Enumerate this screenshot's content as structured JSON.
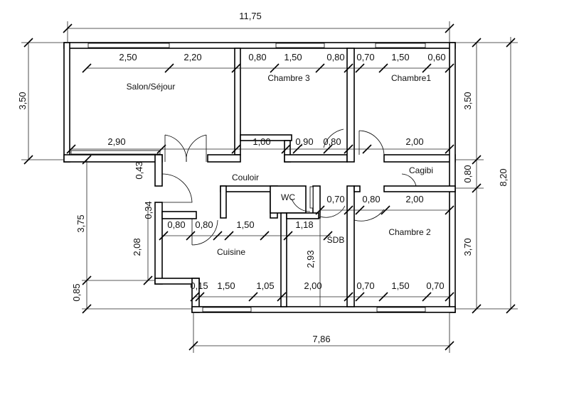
{
  "title": "Floor plan",
  "overall": {
    "width": "11,75",
    "height": "8,20",
    "bottom_width": "7,86"
  },
  "left_dims": {
    "top": "3,50",
    "middle": "3,75",
    "bottom": "0,85",
    "kitchen": "2,08",
    "a": "0,43",
    "b": "0,34"
  },
  "right_dims": {
    "top": "3,50",
    "middle": "0,80",
    "bottom": "3,70"
  },
  "sdb_height": "2,93",
  "rooms": {
    "salon": "Salon/Séjour",
    "chambre3": "Chambre 3",
    "chambre1": "Chambre1",
    "couloir": "Couloir",
    "cagibi": "Cagibi",
    "wc": "WC",
    "sdb": "SDB",
    "chambre2": "Chambre 2",
    "cuisine": "Cuisine"
  },
  "row_top": [
    "2,50",
    "2,20",
    "0,80",
    "1,50",
    "0,80",
    "0,70",
    "1,50",
    "0,60"
  ],
  "row_upper_mid": [
    "2,90",
    "1,00",
    "0,90",
    "0,80",
    "2,00"
  ],
  "row_lower_mid": [
    "0,70",
    "0,80",
    "2,00"
  ],
  "row_kitchen": [
    "0,80",
    "0,80",
    "1,50",
    "1,18"
  ],
  "row_bottom": [
    "0,15",
    "1,50",
    "1,05",
    "2,00",
    "0,70",
    "1,50",
    "0,70"
  ]
}
